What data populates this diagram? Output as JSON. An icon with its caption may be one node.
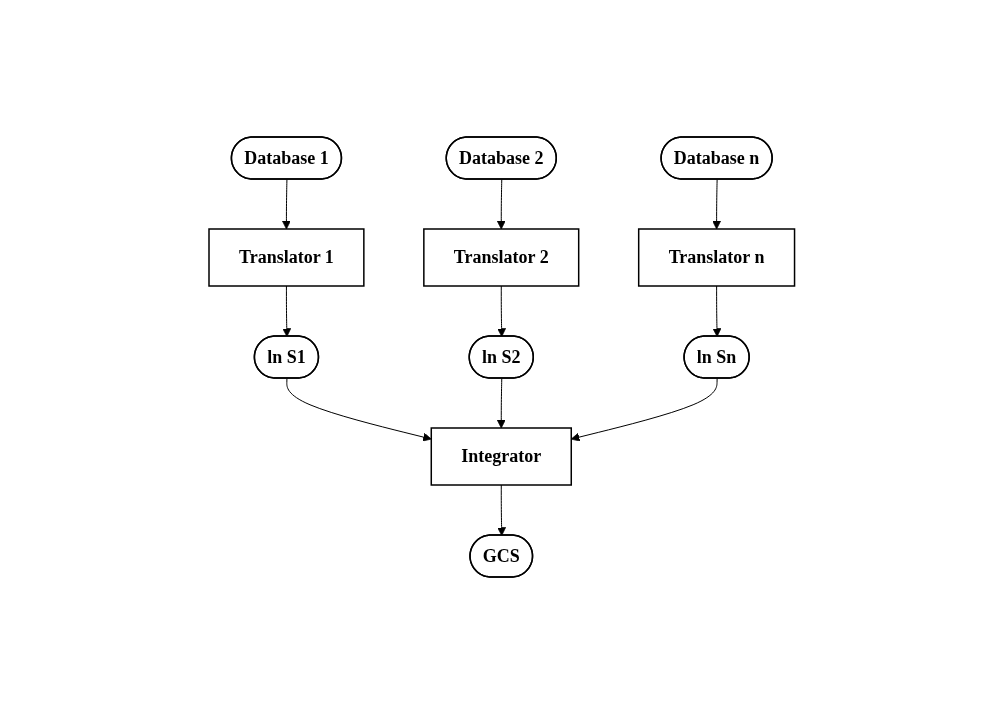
{
  "diagram": {
    "nodes": [
      {
        "text": [
          "Database 1"
        ]
      },
      {
        "text": [
          "Database 2"
        ]
      },
      {
        "text": [
          "Database n"
        ]
      },
      {
        "text": [
          "Translator 1"
        ]
      },
      {
        "text": [
          "Translator 2"
        ]
      },
      {
        "text": [
          "Translator n"
        ]
      },
      {
        "text": [
          "ln S1"
        ]
      },
      {
        "text": [
          "ln S2"
        ]
      },
      {
        "text": [
          "ln Sn"
        ]
      },
      {
        "text": [
          "Integrator"
        ]
      },
      {
        "text": [
          "GCS"
        ]
      }
    ],
    "edges": [
      {
        "from": 0,
        "to": 3,
        "arrow": "to"
      },
      {
        "from": 1,
        "to": 4,
        "arrow": "to"
      },
      {
        "from": 2,
        "to": 5,
        "arrow": "to"
      },
      {
        "from": 3,
        "to": 6,
        "arrow": "to"
      },
      {
        "from": 4,
        "to": 7,
        "arrow": "to"
      },
      {
        "from": 5,
        "to": 8,
        "arrow": "to"
      },
      {
        "from": 6,
        "to": 9,
        "arrow": "to"
      },
      {
        "from": 7,
        "to": 9,
        "arrow": "to"
      },
      {
        "from": 8,
        "to": 9,
        "arrow": "to"
      },
      {
        "from": 9,
        "to": 10,
        "arrow": "to"
      }
    ]
  }
}
